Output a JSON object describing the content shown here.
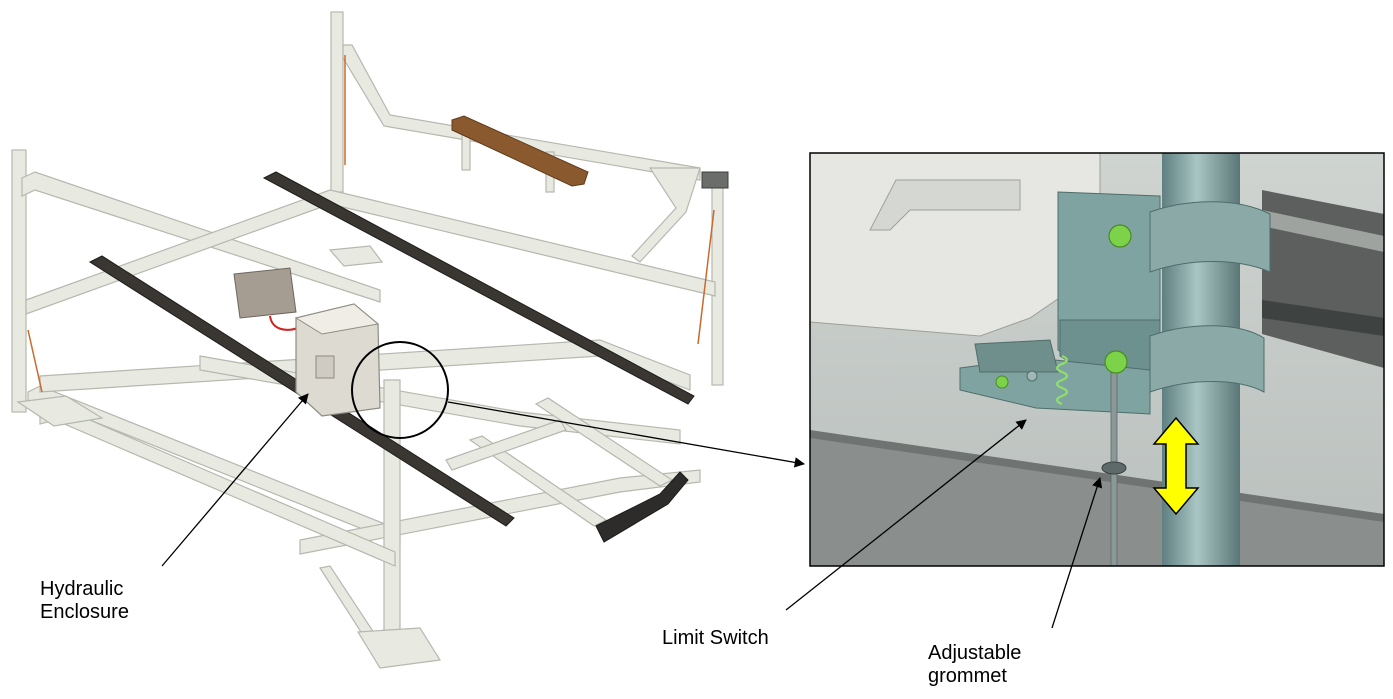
{
  "labels": {
    "hydraulic_line1": "Hydraulic",
    "hydraulic_line2": "Enclosure",
    "limit_switch": "Limit Switch",
    "grommet_line1": "Adjustable",
    "grommet_line2": "grommet"
  },
  "colors": {
    "frame": "#e6e8e0",
    "frame_shadow": "#b9bcb2",
    "bunk": "#3a3733",
    "wood_board": "#8a5a2e",
    "enclosure": "#dddad2",
    "inset_wall": "#c7ccc8",
    "inset_floor": "#8a8e8d",
    "pole": "#7f9f9f",
    "bolt": "#7cd34a",
    "spring": "#8fe06a",
    "arrow_fill": "#ffff00",
    "leader": "#000000"
  },
  "icons": {
    "adjust_arrow": "double-headed-vertical-arrow"
  }
}
